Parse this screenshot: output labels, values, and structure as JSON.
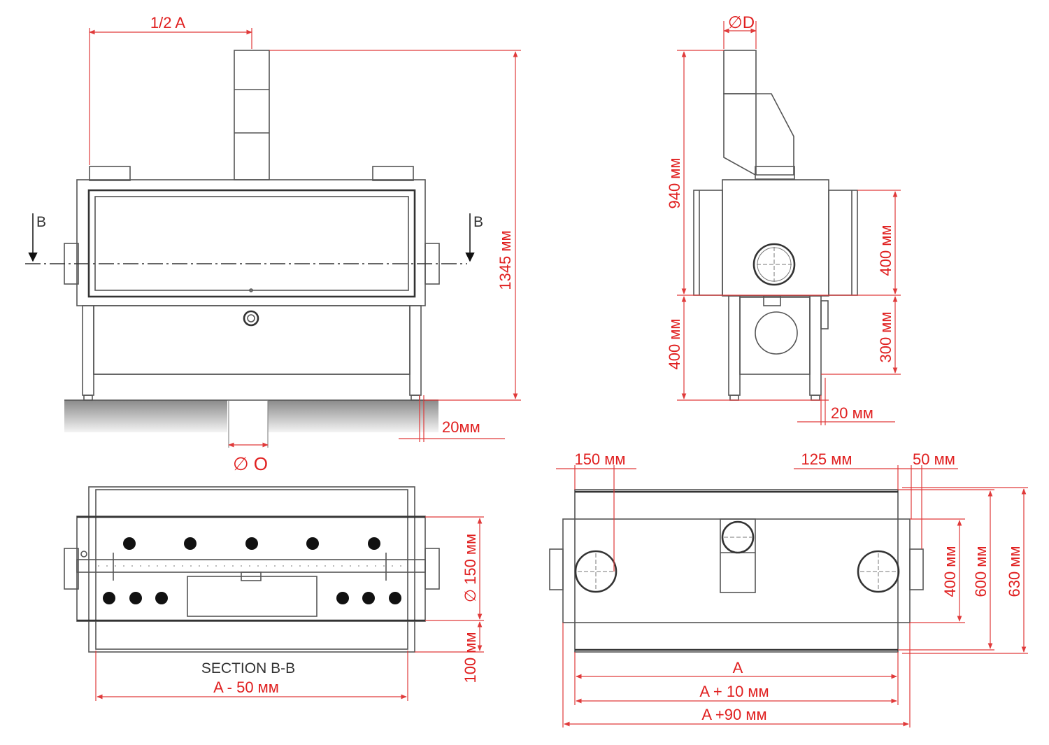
{
  "colors": {
    "dimension": "#e02020",
    "outline": "#555555",
    "text": "#333333"
  },
  "front_view": {
    "half_width": "1/2 A",
    "height": "1345 мм",
    "foot_gap": "20мм",
    "section_left": "B",
    "section_right": "B",
    "outlet_diameter": "∅ O"
  },
  "side_view": {
    "flue_diameter": "∅D",
    "body_height": "940 мм",
    "port_height": "400 мм",
    "lower_height": "300 мм",
    "base_height": "400 мм",
    "foot_gap": "20 мм"
  },
  "section_view": {
    "title": "SECTION B-B",
    "width": "A - 50 мм",
    "burner_diameter": "∅ 150 мм",
    "edge": "100 мм"
  },
  "top_view": {
    "offset_left": "150 мм",
    "offset_right": "125 мм",
    "edge": "50 мм",
    "depth_inner": "400 мм",
    "depth_mid": "600 мм",
    "depth_outer": "630 мм",
    "width_a": "A",
    "width_a10": "A + 10 мм",
    "width_a90": "A +90 мм"
  }
}
